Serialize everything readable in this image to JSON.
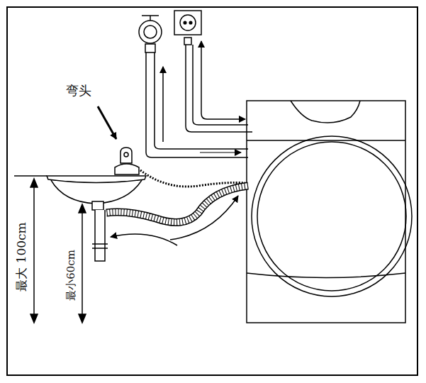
{
  "diagram": {
    "labels": [
      "弯头",
      "最大 100cm",
      "最小60cm"
    ]
  }
}
